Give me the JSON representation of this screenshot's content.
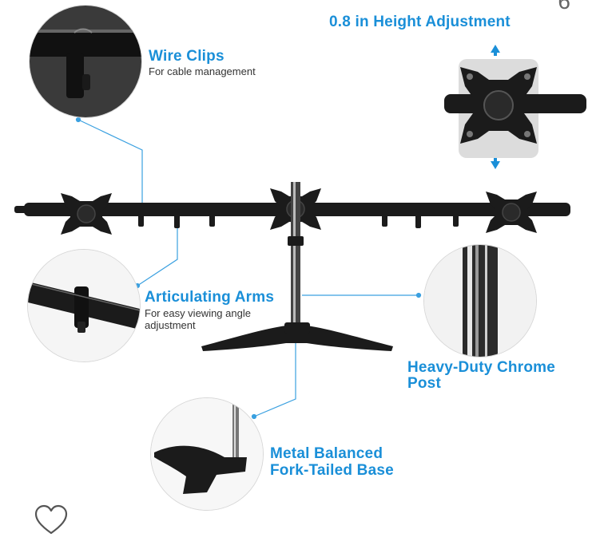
{
  "labels": {
    "height_adjust": "0.8 in Height Adjustment",
    "wire_clips_title": "Wire Clips",
    "wire_clips_sub": "For cable management",
    "arms_title": "Articulating Arms",
    "arms_sub_1": "For easy viewing angle",
    "arms_sub_2": "adjustment",
    "post_title_1": "Heavy-Duty Chrome",
    "post_title_2": "Post",
    "base_title_1": "Metal Balanced",
    "base_title_2": "Fork-Tailed Base"
  },
  "corner_glyph": "6",
  "icons": {
    "favorite": "heart-outline-icon"
  },
  "colors": {
    "accent": "#1a8fd8",
    "metal": "#1b1b1b"
  }
}
